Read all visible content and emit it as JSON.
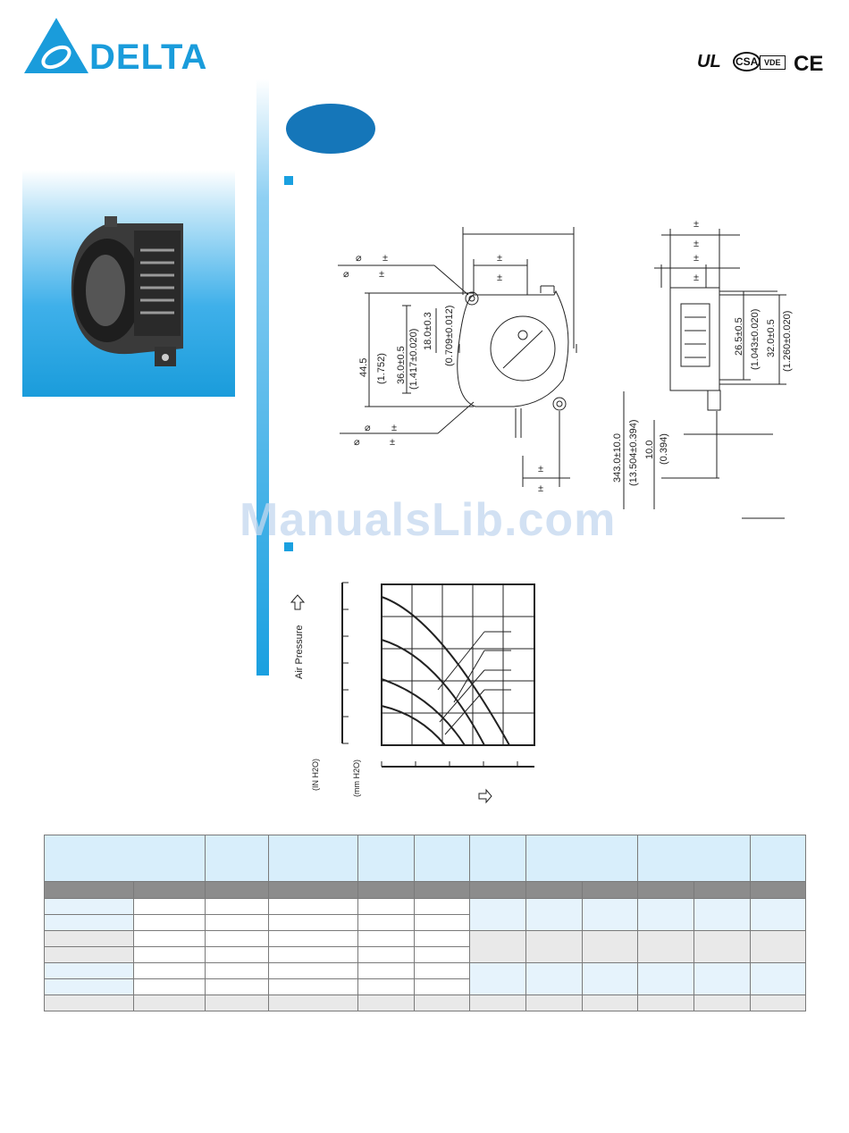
{
  "brand": {
    "name": "DELTA",
    "color": "#1a9cdb"
  },
  "certifications": [
    "UL",
    "CSA",
    "VDE",
    "CE"
  ],
  "watermark": "ManualsLib.com",
  "drawing": {
    "left_view": {
      "diameter_symbol": "⌀",
      "plusminus": "±",
      "height_outer": "44.5",
      "height_outer_in": "(1.752)",
      "height_mid": "36.0±0.5",
      "height_mid_in": "(1.417±0.020)",
      "height_inner": "18.0±0.3",
      "height_inner_in": "(0.709±0.012)"
    },
    "side_view": {
      "plusminus": "±",
      "height_a": "26.5±0.5",
      "height_a_in": "(1.043±0.020)",
      "height_b": "32.0±0.5",
      "height_b_in": "(1.260±0.020)",
      "lead_length": "343.0±10.0",
      "lead_length_in": "(13.504±0.394)",
      "strip": "10.0",
      "strip_in": "(0.394)"
    }
  },
  "chart": {
    "y_axis_label": "Air Pressure",
    "y_unit_in": "(IN H2O)",
    "y_unit_mm": "(mm H2O)"
  },
  "colors": {
    "accent": "#1aa0e0",
    "oval": "#1576b9",
    "table_header": "#d8eefb",
    "table_grey": "#8c8c8c"
  }
}
